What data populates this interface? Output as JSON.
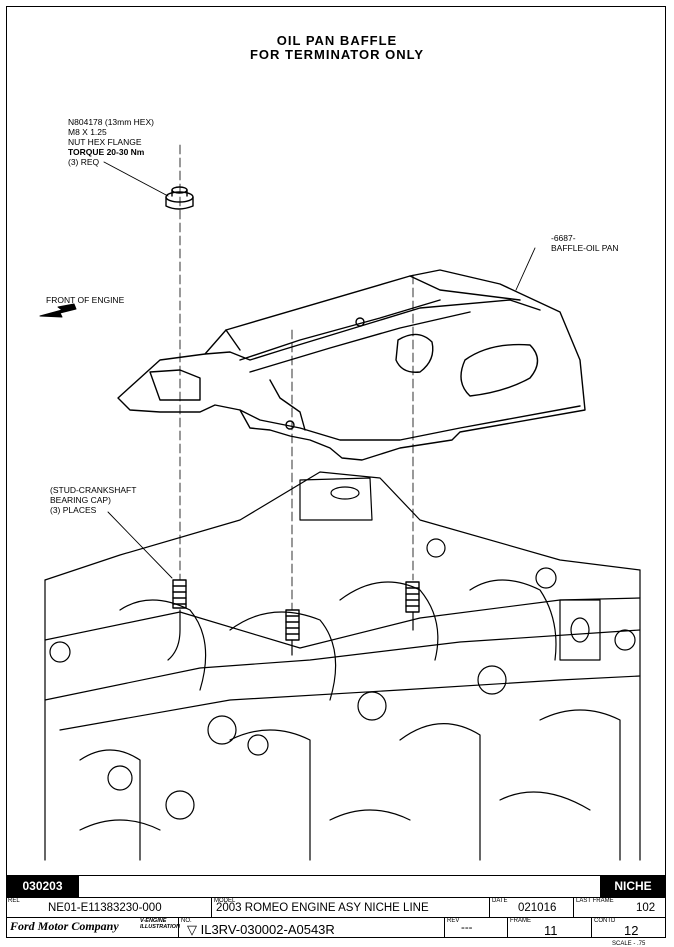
{
  "title": {
    "line1": "OIL PAN BAFFLE",
    "line2": "FOR TERMINATOR ONLY"
  },
  "callouts": {
    "nut": {
      "line1": "N804178 (13mm HEX)",
      "line2": "M8 X 1.25",
      "line3": "NUT HEX FLANGE",
      "line4": "TORQUE 20-30 Nm",
      "line5": "(3) REQ"
    },
    "baffle": {
      "line1": "-6687-",
      "line2": "BAFFLE-OIL PAN"
    },
    "front": "FRONT OF ENGINE",
    "stud": {
      "line1": "(STUD-CRANKSHAFT",
      "line2": "BEARING CAP)",
      "line3": "(3) PLACES"
    }
  },
  "title_block": {
    "code_left": "030203",
    "code_right": "NICHE",
    "rel_label": "REL",
    "rel_value": "NE01-E11383230-000",
    "model_label": "MODEL",
    "model_value": "2003 ROMEO ENGINE ASY NICHE LINE",
    "date_label": "DATE",
    "date_value": "021016",
    "last_frame_label": "LAST FRAME",
    "last_frame_value": "102",
    "no_label": "NO.",
    "no_value": "IL3RV-030002-A0543R",
    "rev_label": "REV",
    "rev_value": "---",
    "frame_label": "FRAME",
    "frame_value": "11",
    "contd_label": "CONTD",
    "contd_value": "12",
    "logo": "Ford Motor Company",
    "logo_sub1": "V-ENGINE",
    "logo_sub2": "ILLUSTRATION",
    "scale": "SCALE - .75"
  }
}
